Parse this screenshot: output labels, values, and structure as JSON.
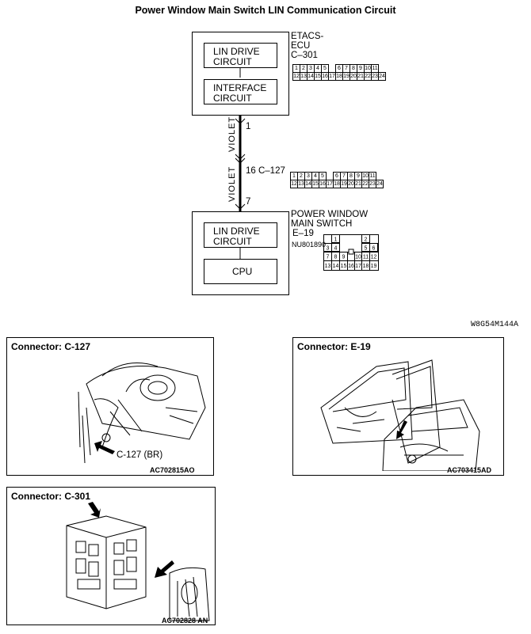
{
  "title": "Power Window Main Switch LIN Communication Circuit",
  "ecu": {
    "name_line1": "ETACS-",
    "name_line2": "ECU",
    "connector": "C–301",
    "block1_l1": "LIN DRIVE",
    "block1_l2": "CIRCUIT",
    "block2_l1": "INTERFACE",
    "block2_l2": "CIRCUIT",
    "pins_row1": [
      "1",
      "2",
      "3",
      "4",
      "5",
      "",
      "6",
      "7",
      "8",
      "9",
      "10",
      "11"
    ],
    "pins_row2": [
      "12",
      "13",
      "14",
      "15",
      "16",
      "17",
      "18",
      "19",
      "20",
      "21",
      "22",
      "23",
      "24"
    ]
  },
  "wire": {
    "pin_top": "1",
    "color_top": "VIOLET",
    "junction": "16 C–127",
    "color_bottom": "VIOLET",
    "pin_bottom": "7"
  },
  "junction_pins": {
    "row1": [
      "1",
      "2",
      "3",
      "4",
      "5",
      "",
      "6",
      "7",
      "8",
      "9",
      "10",
      "11"
    ],
    "row2": [
      "12",
      "13",
      "14",
      "15",
      "16",
      "17",
      "18",
      "19",
      "20",
      "21",
      "22",
      "23",
      "24"
    ]
  },
  "switch": {
    "name_line1": "POWER WINDOW",
    "name_line2": "MAIN SWITCH",
    "connector": "E–19",
    "part_no": "NU801890",
    "block1_l1": "LIN DRIVE",
    "block1_l2": "CIRCUIT",
    "block2": "CPU"
  },
  "diagram_code": "W8G54M144A",
  "panels": {
    "c127": {
      "title": "Connector: C-127",
      "callout": "C-127 (BR)",
      "code": "AC702815AO"
    },
    "e19": {
      "title": "Connector: E-19",
      "code": "AC703415AD"
    },
    "c301": {
      "title": "Connector: C-301",
      "code": "AC702828 AN"
    }
  }
}
